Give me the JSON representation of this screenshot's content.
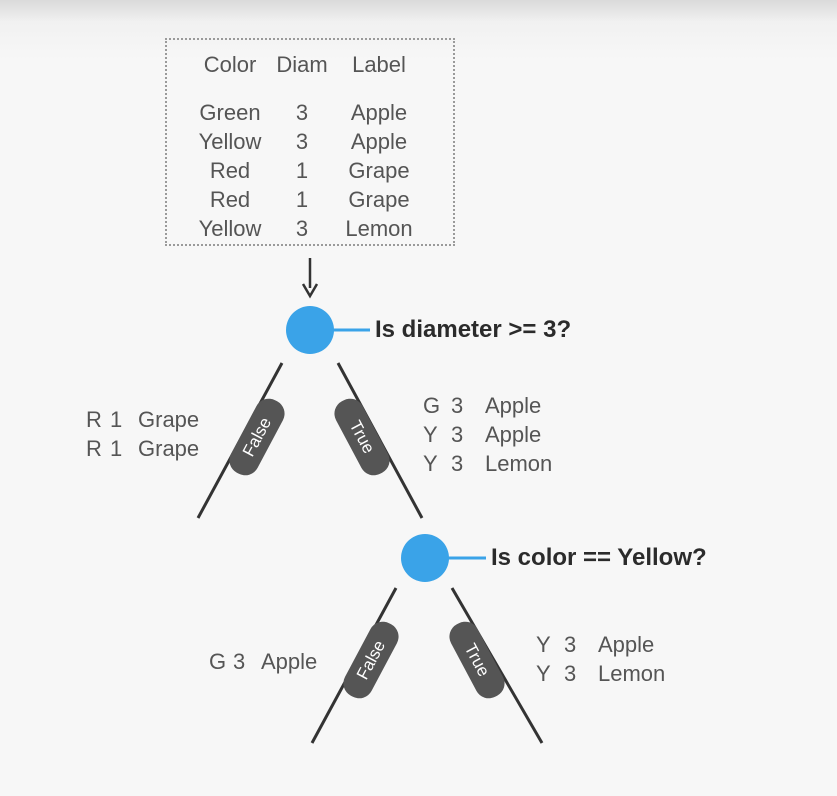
{
  "dataset": {
    "headers": [
      "Color",
      "Diam",
      "Label"
    ],
    "rows": [
      [
        "Green",
        "3",
        "Apple"
      ],
      [
        "Yellow",
        "3",
        "Apple"
      ],
      [
        "Red",
        "1",
        "Grape"
      ],
      [
        "Red",
        "1",
        "Grape"
      ],
      [
        "Yellow",
        "3",
        "Lemon"
      ]
    ]
  },
  "node1": {
    "question": "Is diameter >= 3?",
    "false_label": "False",
    "true_label": "True",
    "false_rows": [
      [
        "R",
        "1",
        "Grape"
      ],
      [
        "R",
        "1",
        "Grape"
      ]
    ],
    "true_rows": [
      [
        "G",
        "3",
        "Apple"
      ],
      [
        "Y",
        "3",
        "Apple"
      ],
      [
        "Y",
        "3",
        "Lemon"
      ]
    ]
  },
  "node2": {
    "question": "Is color == Yellow?",
    "false_label": "False",
    "true_label": "True",
    "false_rows": [
      [
        "G",
        "3",
        "Apple"
      ]
    ],
    "true_rows": [
      [
        "Y",
        "3",
        "Apple"
      ],
      [
        "Y",
        "3",
        "Lemon"
      ]
    ]
  },
  "colors": {
    "node": "#3aa3e8",
    "branch_tag": "#555555",
    "line": "#333333"
  }
}
